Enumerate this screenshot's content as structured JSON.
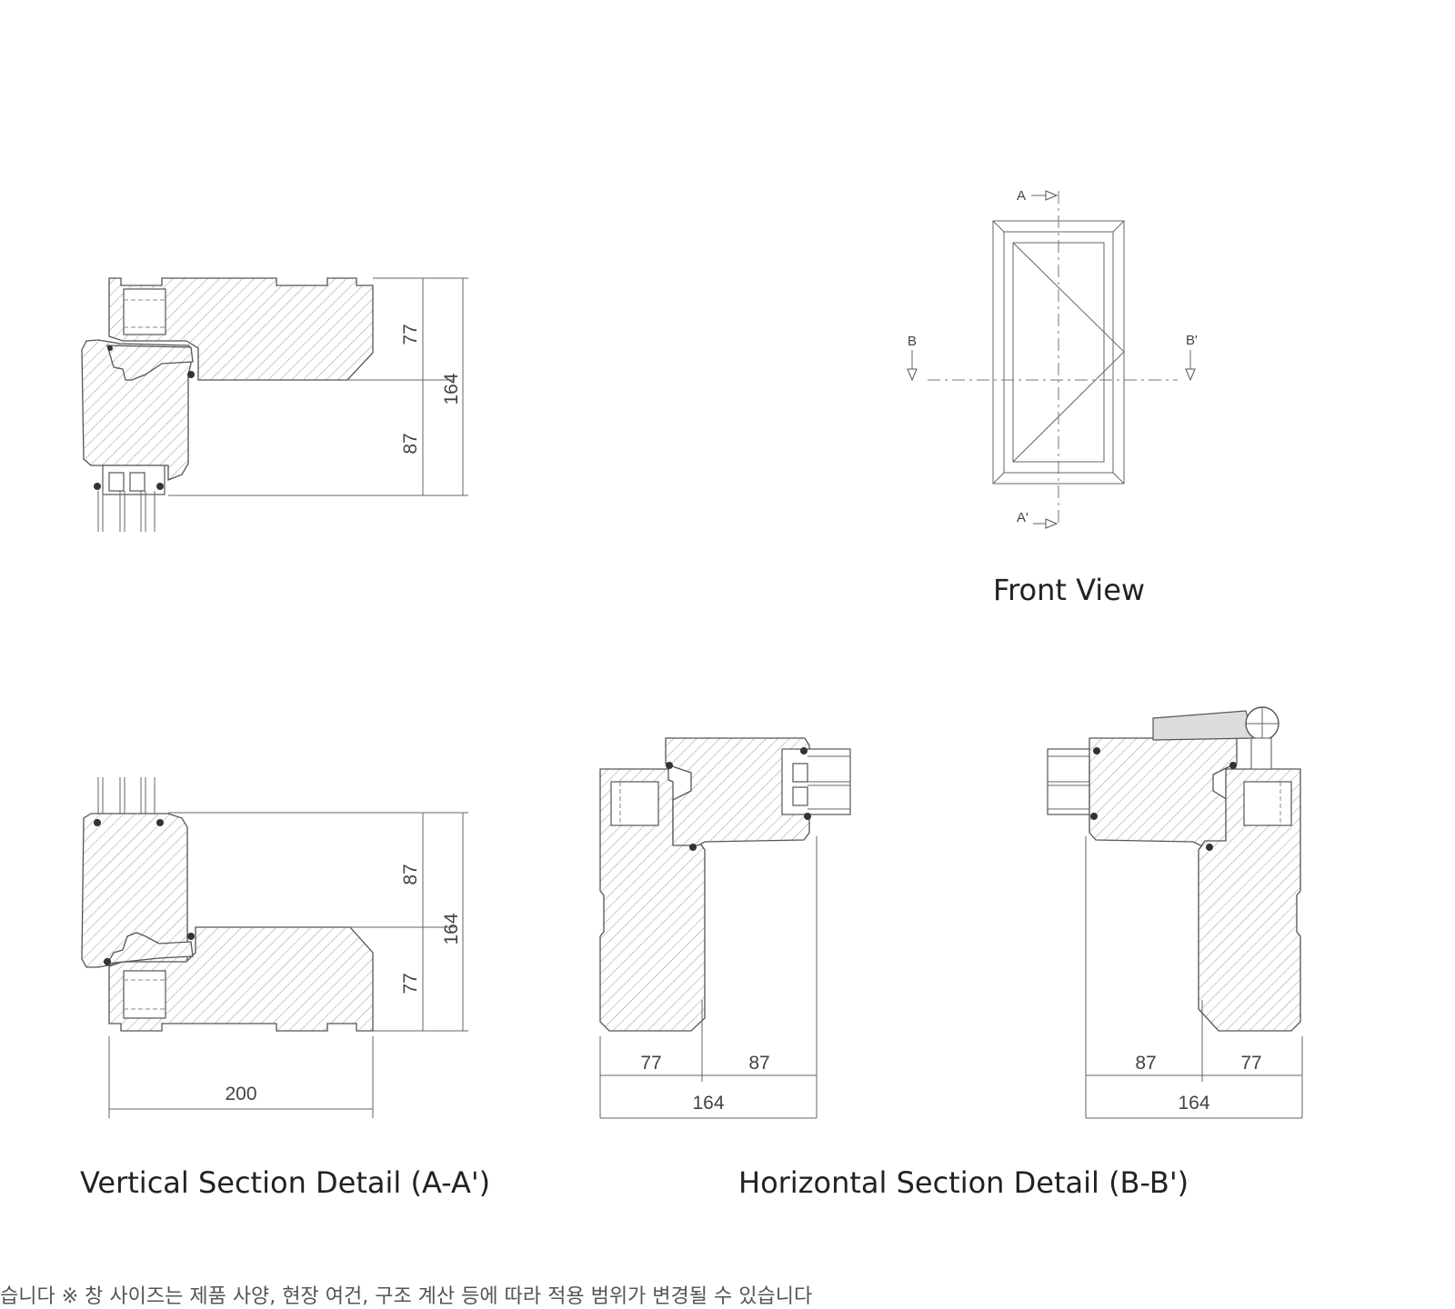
{
  "front_view": {
    "caption": "Front View",
    "markers": {
      "a_top": "A",
      "a_bottom": "A'",
      "b_left": "B",
      "b_right": "B'"
    }
  },
  "vertical_section": {
    "caption": "Vertical Section Detail (A-A')",
    "top_detail": {
      "dim_upper": "77",
      "dim_lower": "87",
      "dim_total": "164"
    },
    "bottom_detail": {
      "dim_upper": "87",
      "dim_lower": "77",
      "dim_total": "164",
      "dim_width": "200"
    }
  },
  "horizontal_section": {
    "caption": "Horizontal Section Detail (B-B')",
    "left_detail": {
      "dim_left": "77",
      "dim_right": "87",
      "dim_total": "164"
    },
    "right_detail": {
      "dim_left": "87",
      "dim_right": "77",
      "dim_total": "164"
    }
  },
  "footnote": "습니다   ※ 창 사이즈는 제품 사양, 현장 여건, 구조 계산 등에 따라 적용 범위가 변경될 수 있습니다"
}
